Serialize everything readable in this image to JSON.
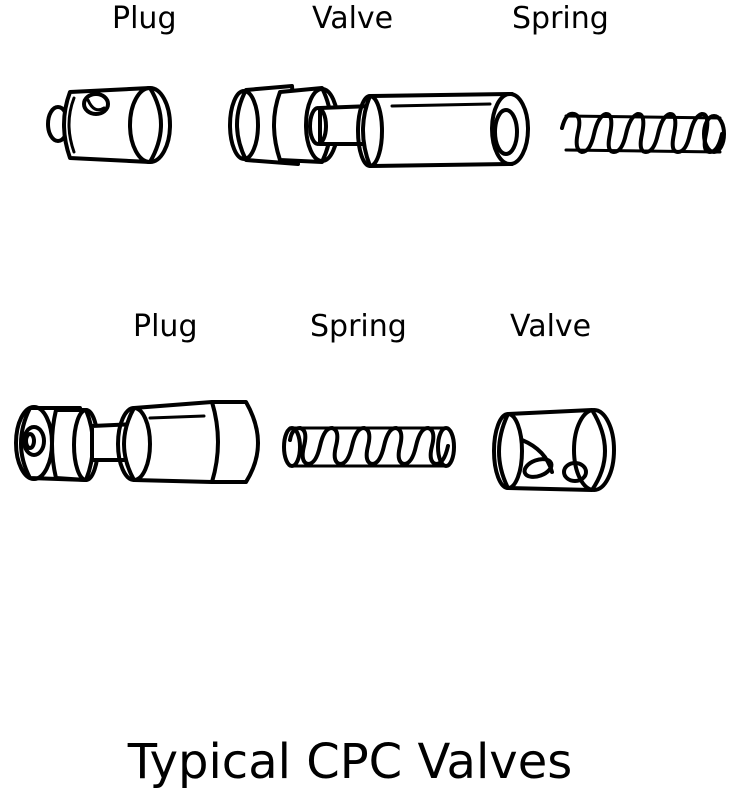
{
  "diagram": {
    "top_row": {
      "labels": [
        "Plug",
        "Valve",
        "Spring"
      ]
    },
    "bottom_row": {
      "labels": [
        "Plug",
        "Spring",
        "Valve"
      ]
    },
    "caption": "Typical CPC Valves"
  }
}
